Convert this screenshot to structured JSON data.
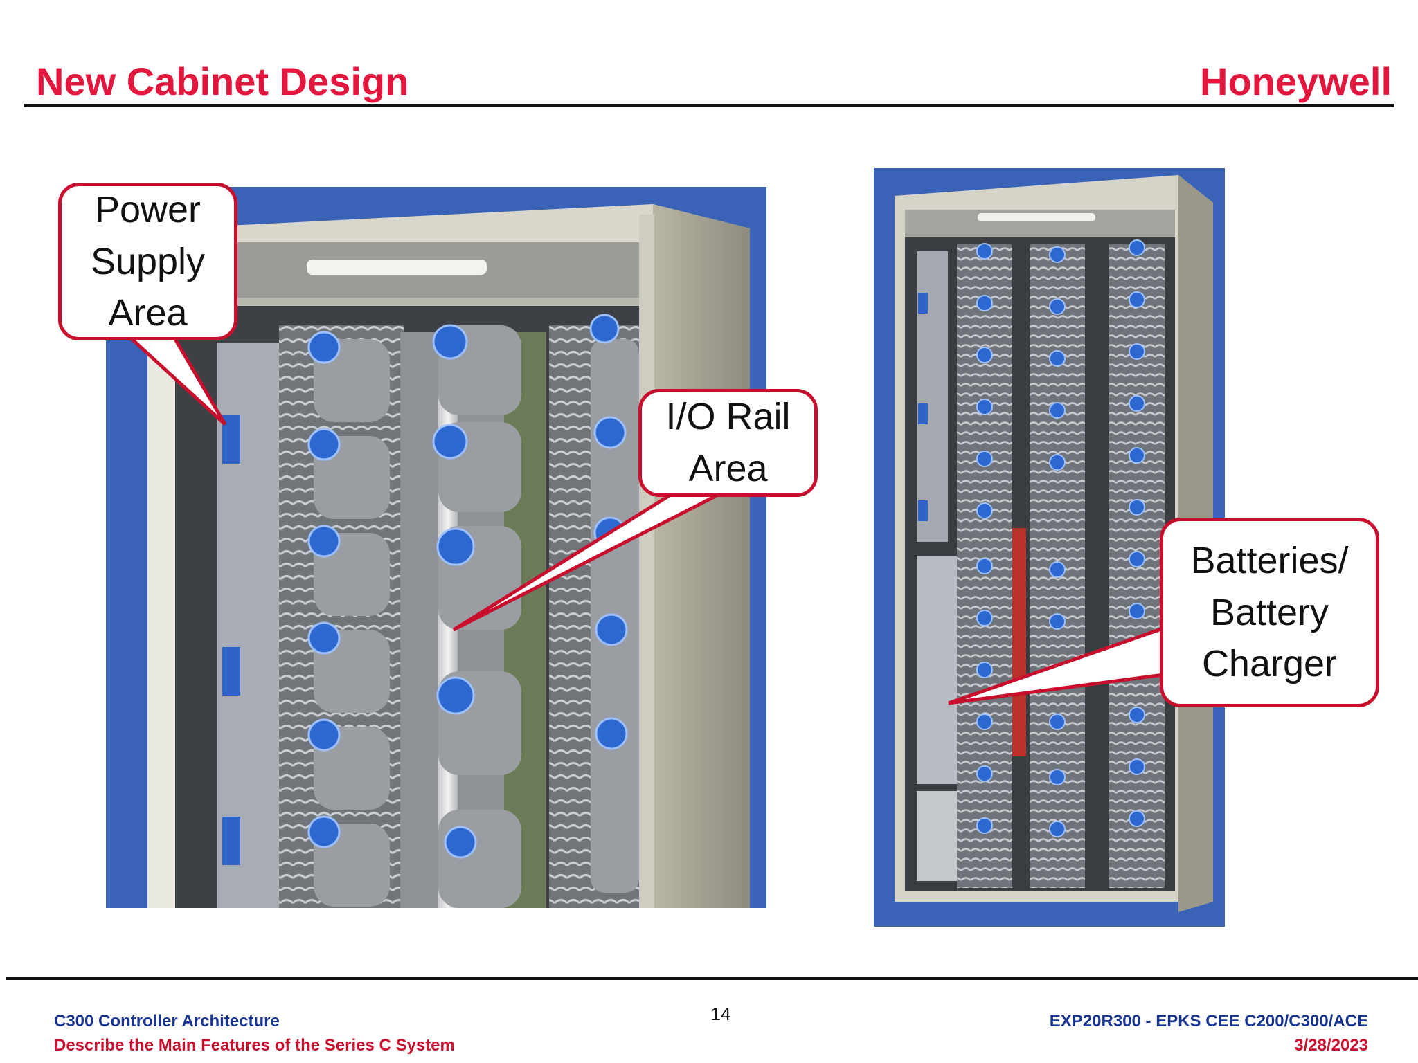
{
  "header": {
    "title": "New Cabinet Design",
    "brand": "Honeywell"
  },
  "callouts": {
    "power_supply": "Power\nSupply\nArea",
    "io_rail": "I/O Rail\nArea",
    "batteries": "Batteries/\nBattery\nCharger"
  },
  "footer": {
    "course": "C300 Controller Architecture",
    "subtitle": "Describe the Main Features of the Series C System",
    "page": "14",
    "doc_id": "EXP20R300 - EPKS CEE C200/C300/ACE",
    "date": "3/28/2023"
  },
  "colors": {
    "title_red": "#e3173e",
    "callout_border": "#c8102e",
    "footer_blue": "#1a3591",
    "photo_backdrop": "#3a63b8"
  }
}
